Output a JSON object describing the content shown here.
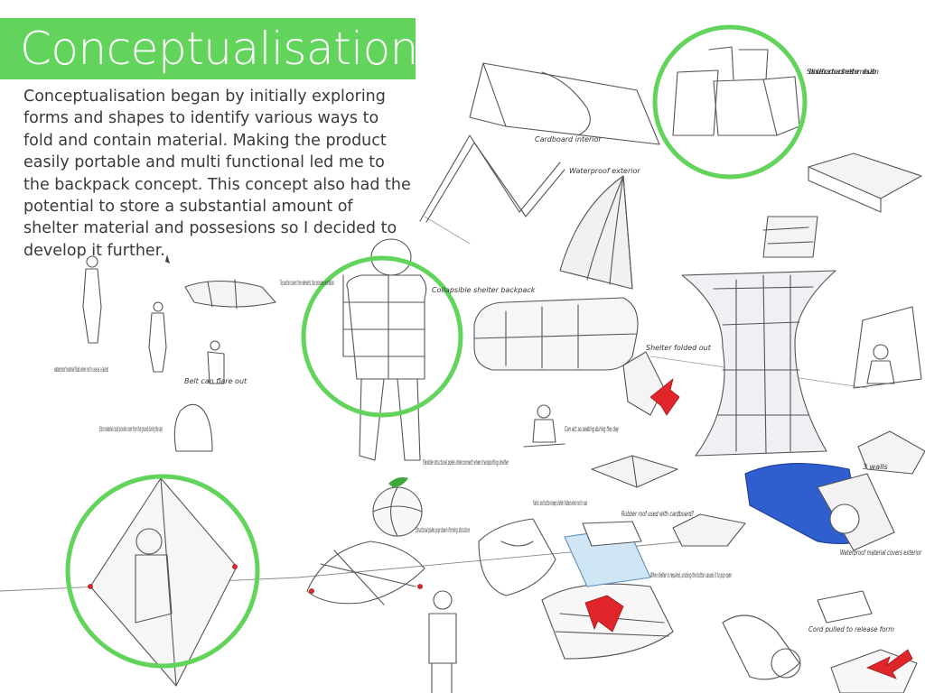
{
  "header": {
    "title": "Conceptualisation"
  },
  "intro": {
    "text": "Conceptualisation began by initially exploring forms and shapes to identify various ways to fold and contain material. Making the product easily portable and multi functional led me to the backpack concept. This concept also had the potential to store a substantial amount of shelter material and possesions so I decided to develop it further."
  },
  "annotations": {
    "slots": "Slots inside for cardboard sheets thermal insulation",
    "cardboard": "Cardboard interior",
    "waterproof": "Waterproof exterior",
    "collapsible": "Collapsible shelter backpack",
    "top_section": "Top section covers from elements, face provides ventilation",
    "waterproof_jacket": "waterproof material folds when not in use as a Jacket",
    "belt": "Belt can flare out",
    "extra_material": "Extra material could provide cover from the ground during the day",
    "flexible_poles": "Flexible structural poles interconnect when transporting shelter",
    "structural_poles": "Structural poles pop down forming structure",
    "shelter_folded": "Shelter folded out",
    "seating": "Can act as seating during the day",
    "fabric_button": "Fabric and button keep shelter folded when not in use",
    "rubber_roof": "Rubber roof used with cardboard?",
    "pop_open": "When shelter is required, undoing the button causes it to pop open",
    "three_walls": "3 walls",
    "waterproof_material": "Waterproof material covers exterior",
    "cord": "Cord pulled to release form"
  },
  "colors": {
    "accent": "#62d45c",
    "title_text": "#ffffff",
    "body_text": "#3a3a3a",
    "blue_fabric": "#2f5fcf",
    "red_arrow": "#e0262b"
  }
}
